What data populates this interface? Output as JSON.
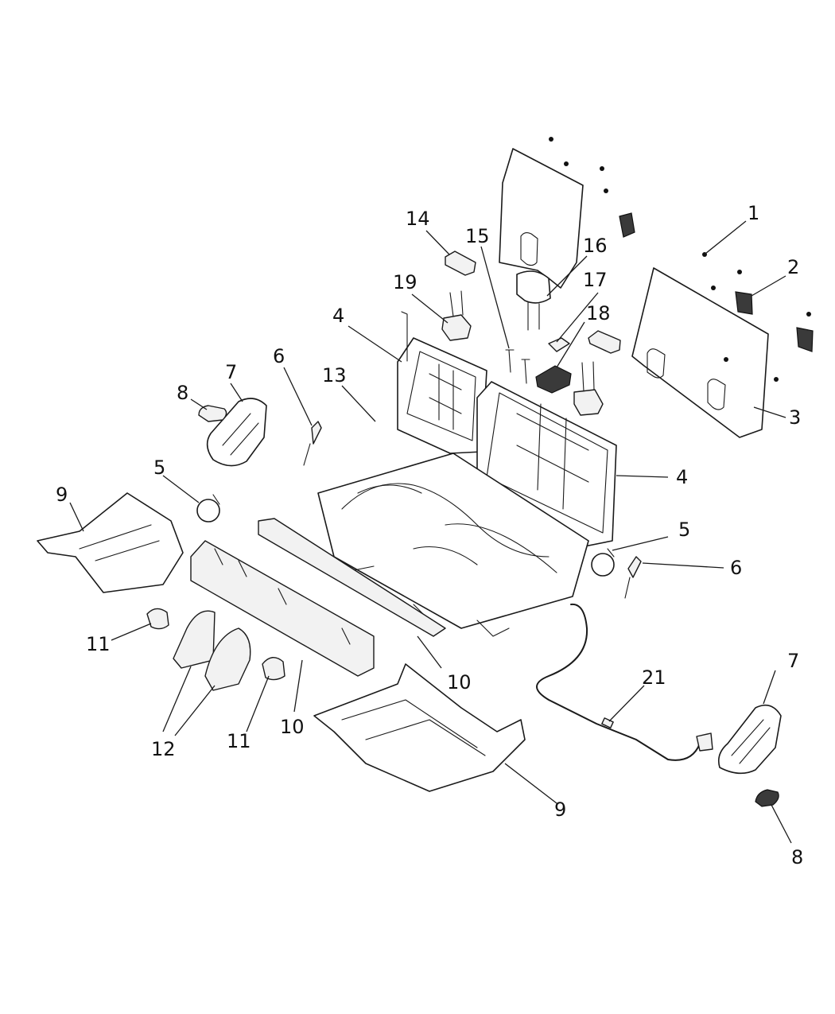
{
  "callouts": {
    "c1": "1",
    "c2": "2",
    "c3": "3",
    "c4a": "4",
    "c4b": "4",
    "c5a": "5",
    "c5b": "5",
    "c6a": "6",
    "c6b": "6",
    "c7a": "7",
    "c7b": "7",
    "c8a": "8",
    "c8b": "8",
    "c9a": "9",
    "c9b": "9",
    "c10a": "10",
    "c10b": "10",
    "c11a": "11",
    "c11b": "11",
    "c12": "12",
    "c13": "13",
    "c14": "14",
    "c15": "15",
    "c16": "16",
    "c17": "17",
    "c18": "18",
    "c19": "19",
    "c21": "21"
  }
}
